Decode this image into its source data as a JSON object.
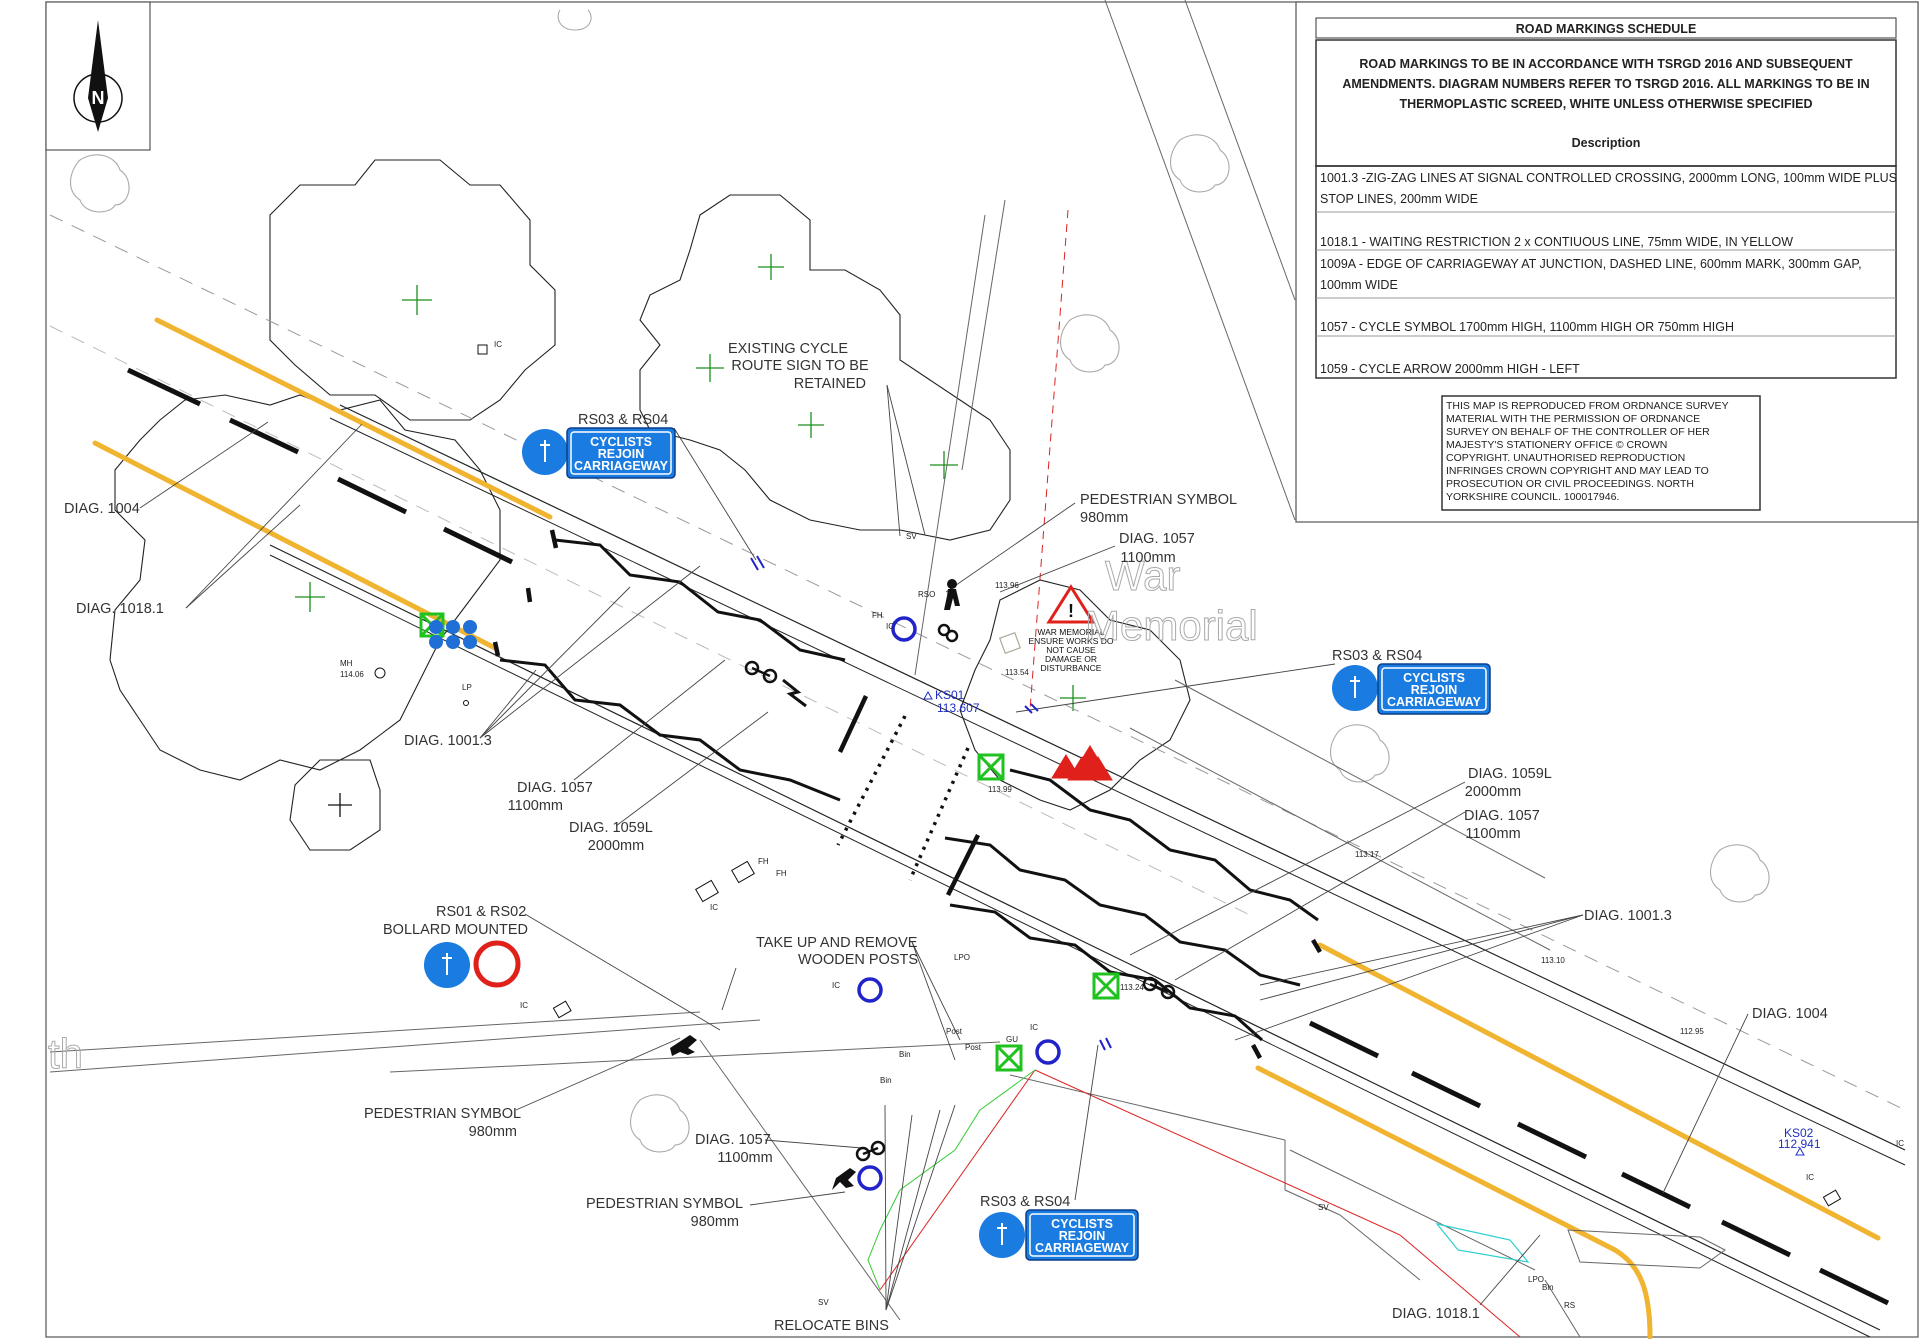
{
  "title_block": {
    "north_arrow_letter": "N"
  },
  "schedule": {
    "heading": "ROAD MARKINGS SCHEDULE",
    "notes": [
      "ROAD MARKINGS TO BE IN ACCORDANCE WITH TSRGD 2016 AND SUBSEQUENT",
      "AMENDMENTS. DIAGRAM NUMBERS REFER TO TSRGD 2016. ALL MARKINGS TO BE IN",
      "THERMOPLASTIC SCREED, WHITE UNLESS OTHERWISE SPECIFIED"
    ],
    "description_header": "Description",
    "rows": [
      [
        "1001.3 -ZIG-ZAG LINES AT SIGNAL CONTROLLED CROSSING, 2000mm LONG, 100mm WIDE PLUS",
        "STOP LINES, 200mm WIDE"
      ],
      [
        "1018.1 - WAITING RESTRICTION 2 x CONTIUOUS LINE, 75mm WIDE, IN YELLOW"
      ],
      [
        "1009A - EDGE OF CARRIAGEWAY AT JUNCTION, DASHED LINE, 600mm MARK, 300mm GAP,",
        "100mm WIDE"
      ],
      [
        "1057 - CYCLE SYMBOL 1700mm HIGH, 1100mm HIGH OR 750mm HIGH"
      ],
      [
        "1059 - CYCLE ARROW 2000mm HIGH - LEFT"
      ]
    ]
  },
  "os_notice": [
    "THIS MAP IS REPRODUCED FROM ORDNANCE SURVEY",
    "MATERIAL WITH THE PERMISSION OF ORDNANCE",
    "SURVEY ON BEHALF OF THE CONTROLLER OF HER",
    "MAJESTY'S STATIONERY OFFICE © CROWN",
    "COPYRIGHT. UNAUTHORISED REPRODUCTION",
    "INFRINGES CROWN COPYRIGHT AND MAY LEAD TO",
    "PROSECUTION OR CIVIL PROCEEDINGS. NORTH",
    "YORKSHIRE COUNCIL. 100017946."
  ],
  "signs": {
    "cyclists_rejoin": [
      "CYCLISTS",
      "REJOIN",
      "CARRIAGEWAY"
    ],
    "warning_notice": [
      "WAR MEMORIAL",
      "ENSURE WORKS DO",
      "NOT CAUSE",
      "DAMAGE OR",
      "DISTURBANCE"
    ]
  },
  "annotations": {
    "existing_sign": [
      "EXISTING CYCLE",
      "ROUTE SIGN TO BE",
      "RETAINED"
    ],
    "rs03_rs04": "RS03 & RS04",
    "diag_1004": "DIAG. 1004",
    "diag_1018_1": "DIAG. 1018.1",
    "diag_1001_3": "DIAG. 1001.3",
    "diag_1057": "DIAG. 1057",
    "diag_1059l": "DIAG. 1059L",
    "size_1100": "1100mm",
    "size_2000": "2000mm",
    "size_980": "980mm",
    "pedestrian_symbol": "PEDESTRIAN SYMBOL",
    "rs01_rs02": "RS01 & RS02",
    "bollard_mounted": "BOLLARD MOUNTED",
    "take_up_posts": [
      "TAKE UP AND REMOVE",
      "WOODEN POSTS"
    ],
    "relocate_bins": "RELOCATE BINS",
    "war_memorial": [
      "War",
      "Memorial"
    ],
    "path_fragment": "th"
  },
  "survey_labels": {
    "ks01": "KS01",
    "ks01_level": "113.607",
    "ks02": "KS02",
    "ks02_level": "112.941",
    "lvl_11396": "113.96",
    "lvl_11354": "113.54",
    "lvl_11399": "113.99",
    "lvl_11317": "113.17",
    "lvl_11310": "113.10",
    "lvl_11295": "112.95",
    "lvl_11406": "114.06",
    "lvl_11324": "113.24",
    "ic": "IC",
    "lp": "LP",
    "lpo": "LPO",
    "fh": "FH",
    "sv": "SV",
    "rso": "RSO",
    "gu": "GU",
    "bin": "Bin",
    "post": "Post",
    "rs": "RS",
    "mh": "MH"
  },
  "colors": {
    "cycle_sign_blue": "#1a7be0",
    "regulatory_blue": "#1f6fd6",
    "restriction_yellow": "#f0b431",
    "survey_station_blue": "#1f2fbf",
    "warning_red": "#e0211b",
    "utility_green": "#1fc21f"
  }
}
